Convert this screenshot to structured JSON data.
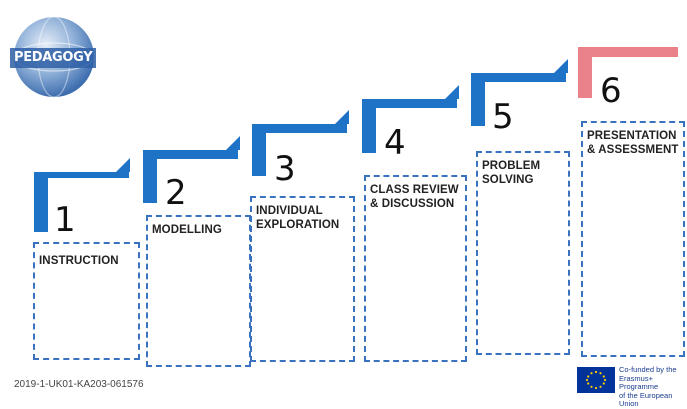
{
  "logo": {
    "text": "PEDAGOGY",
    "icon": "globe-logo-icon"
  },
  "steps": [
    {
      "number": "1",
      "label": "INSTRUCTION"
    },
    {
      "number": "2",
      "label": "MODELLING"
    },
    {
      "number": "3",
      "label": "INDIVIDUAL\nEXPLORATION"
    },
    {
      "number": "4",
      "label": "CLASS REVIEW\n& DISCUSSION"
    },
    {
      "number": "5",
      "label": "PROBLEM\nSOLVING"
    },
    {
      "number": "6",
      "label": "PRESENTATION\n& ASSESSMENT"
    }
  ],
  "footer": {
    "project_code": "2019-1-UK01-KA203-061576",
    "eu_text": "Co-funded by the\nErasmus+ Programme\nof the European Union"
  },
  "colors": {
    "step": "#1f73c6",
    "final_step": "#ea8289",
    "box_border": "#3a72c0"
  }
}
